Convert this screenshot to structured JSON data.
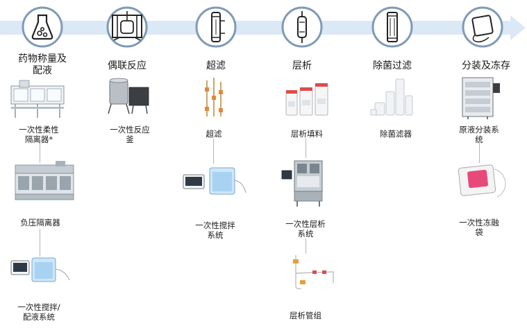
{
  "stages": [
    {
      "title_line1": "药物称量及",
      "title_line2": "配液",
      "icon": "flask-icon"
    },
    {
      "title": "偶联反应",
      "icon": "reactor-vessel-icon"
    },
    {
      "title": "超滤",
      "icon": "ultrafiltration-column-icon"
    },
    {
      "title": "层析",
      "icon": "chromatography-column-icon"
    },
    {
      "title": "除菌过滤",
      "icon": "filter-cartridge-icon"
    },
    {
      "title": "分装及冻存",
      "icon": "bag-icon"
    }
  ],
  "items": {
    "weighing": [
      {
        "line1": "一次性柔性",
        "line2": "隔离器*"
      },
      {
        "line1": "负压隔离器"
      },
      {
        "line1": "一次性搅拌/",
        "line2": "配液系统"
      }
    ],
    "conjugation": [
      {
        "line1": "一次性反应",
        "line2": "釜"
      }
    ],
    "ultrafiltration": [
      {
        "line1": "超滤"
      },
      {
        "line1": "一次性搅拌",
        "line2": "系统"
      }
    ],
    "chromatography": [
      {
        "line1": "层析填料"
      },
      {
        "line1": "一次性层析",
        "line2": "系统"
      },
      {
        "line1": "层析管组"
      }
    ],
    "sterile_filtration": [
      {
        "line1": "除菌滤器"
      }
    ],
    "filling": [
      {
        "line1": "原液分装系",
        "line2": "统"
      },
      {
        "line1": "一次性冻融",
        "line2": "袋"
      }
    ]
  },
  "colors": {
    "arrow": "#dbe8f5",
    "icon_ring": "#7f9ab5",
    "connector": "#aab6c4",
    "bag_pink": "#e8497a"
  }
}
